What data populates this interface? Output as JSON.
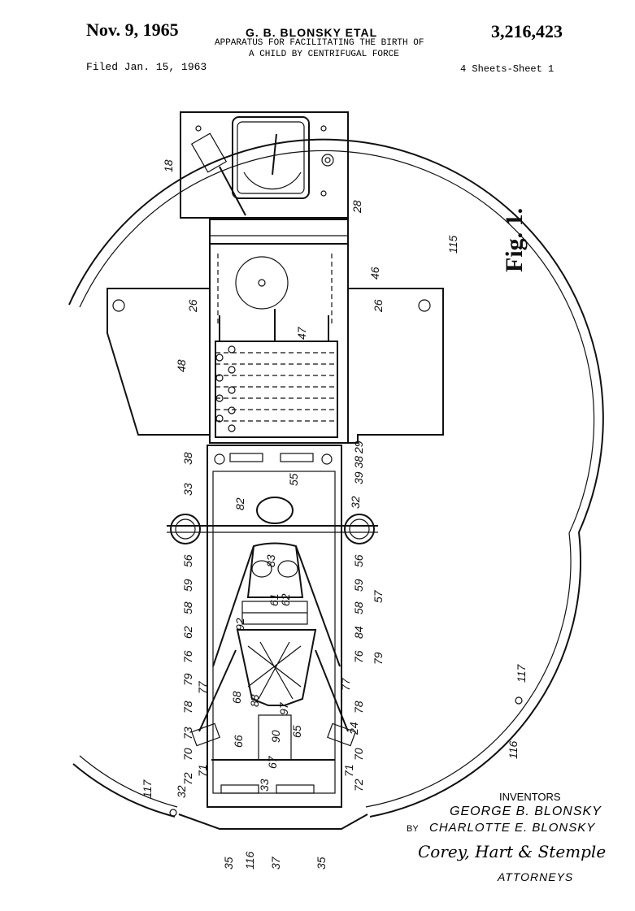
{
  "header": {
    "date": "Nov. 9, 1965",
    "inventors_short": "G. B. BLONSKY ETAL",
    "patent_number": "3,216,423",
    "title_line1": "APPARATUS FOR FACILITATING THE BIRTH OF",
    "title_line2": "A CHILD BY CENTRIFUGAL FORCE",
    "filed": "Filed Jan. 15, 1963",
    "sheet": "4 Sheets-Sheet 1"
  },
  "figure": {
    "label": "Fig. 1.",
    "refs": {
      "r18": "18",
      "r28": "28",
      "r115": "115",
      "r46": "46",
      "r26a": "26",
      "r26b": "26",
      "r47": "47",
      "r48": "48",
      "r38a": "38",
      "r29": "29",
      "r39_38": "39 38",
      "r33a": "33",
      "r55": "55",
      "r32a": "32",
      "r82": "82",
      "r83": "83",
      "r56a": "56",
      "r56b": "56",
      "r59a": "59",
      "r59b": "59",
      "r58a": "58",
      "r58b": "58",
      "r57": "57",
      "r61": "61",
      "r62": "62",
      "r62b": "62",
      "r92": "92",
      "r84": "84",
      "r76a": "76",
      "r76b": "76",
      "r79a": "79",
      "r79b": "79",
      "r77a": "77",
      "r77b": "77",
      "r78a": "78",
      "r78b": "78",
      "r68": "68",
      "r88": "88",
      "r97": "97",
      "r73": "73",
      "r24": "24",
      "r90": "90",
      "r65": "65",
      "r66": "66",
      "r70a": "70",
      "r70b": "70",
      "r71a": "71",
      "r71b": "71",
      "r67": "67",
      "r72a": "72",
      "r72b": "72",
      "r33b": "33",
      "r32b": "32",
      "r117a": "117",
      "r117b": "117",
      "r116a": "116",
      "r116b": "116",
      "r35a": "35",
      "r35b": "35",
      "r37": "37"
    }
  },
  "signature": {
    "inventors_label": "INVENTORS",
    "inventor1": "GEORGE B. BLONSKY",
    "by": "BY",
    "inventor2": "CHARLOTTE E. BLONSKY",
    "firm": "Corey, Hart & Stemple",
    "attorneys": "ATTORNEYS"
  }
}
